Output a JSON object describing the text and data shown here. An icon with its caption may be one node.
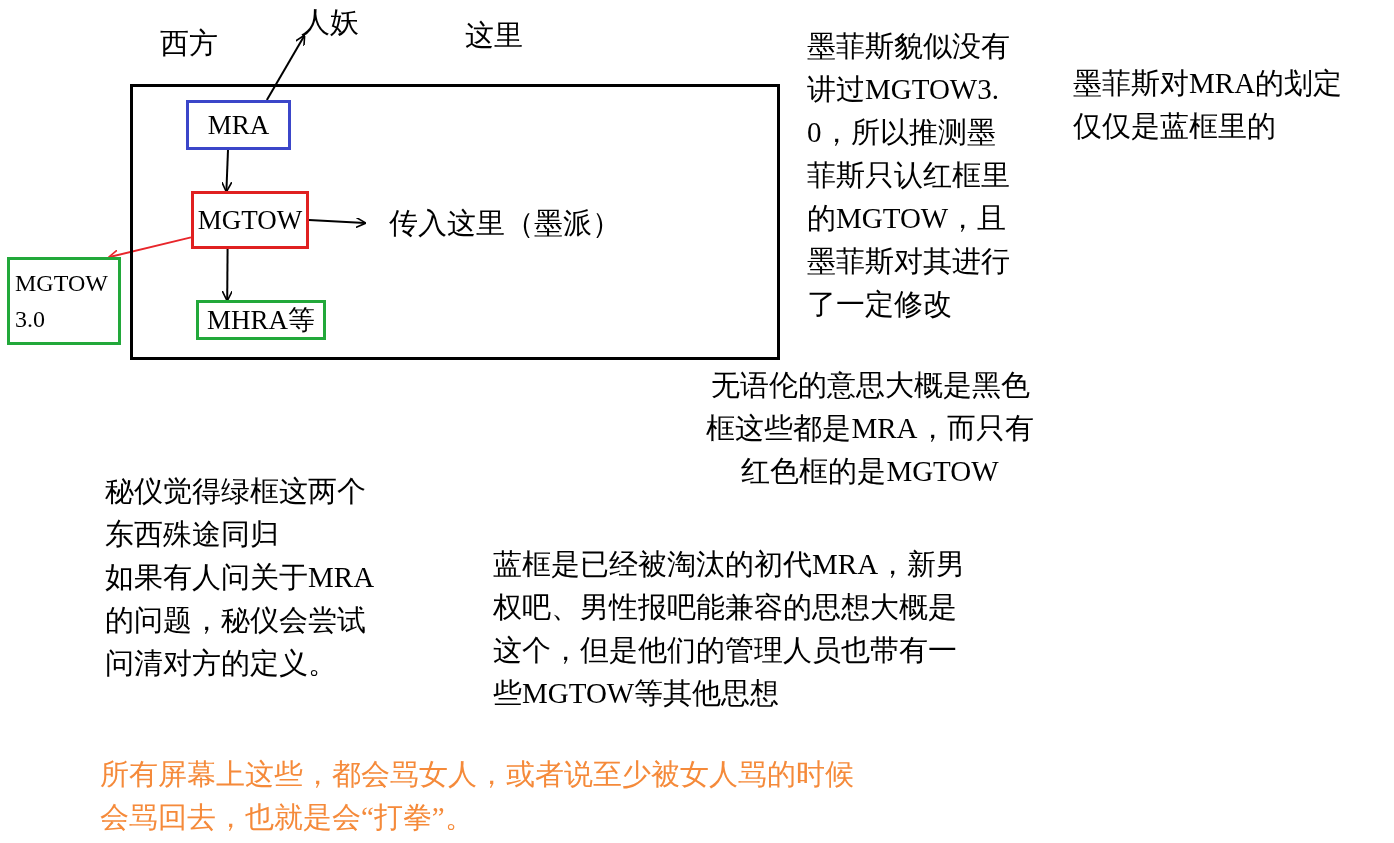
{
  "diagram": {
    "nodes": [
      {
        "text": [],
        "shape": "box"
      },
      {
        "text": [
          "MRA"
        ],
        "in": 0
      },
      {
        "text": [
          "MGTOW"
        ],
        "in": 0
      },
      {
        "text": [
          "MHRA等"
        ],
        "in": 0
      },
      {
        "text": [
          "MGTOW 3.0"
        ]
      },
      {
        "text": [
          "人妖"
        ]
      },
      {
        "text": [
          "传入这里（墨派）"
        ],
        "in": 0
      }
    ],
    "edges": [
      {
        "from": 1,
        "to": 5,
        "arrow": "to"
      },
      {
        "from": 1,
        "to": 2,
        "arrow": "to"
      },
      {
        "from": 2,
        "to": 6,
        "arrow": "to"
      },
      {
        "from": 2,
        "to": 4,
        "arrow": "to",
        "color": "#e8262b"
      },
      {
        "from": 2,
        "to": 3,
        "arrow": "to"
      }
    ],
    "labels": [
      "西方",
      "这里",
      "墨菲斯貌似没有讲过MGTOW3.0，所以推测墨菲斯只认红框里的MGTOW，且墨菲斯对其进行了一定修改",
      "墨菲斯对MRA的划定仅仅是蓝框里的",
      "无语伦的意思大概是黑色框这些都是MRA，而只有红色框的是MGTOW",
      "秘仪觉得绿框这两个东西殊途同归",
      "如果有人问关于MRA的问题，秘仪会尝试问清对方的定义。",
      "蓝框是已经被淘汰的初代MRA，新男权吧、男性报吧能兼容的思想大概是这个，但是他们的管理人员也带有一些MGTOW等其他思想",
      "所有屏幕上这些，都会骂女人，或者说至少被女人骂的时候会骂回去，也就是会“打拳”。"
    ]
  }
}
